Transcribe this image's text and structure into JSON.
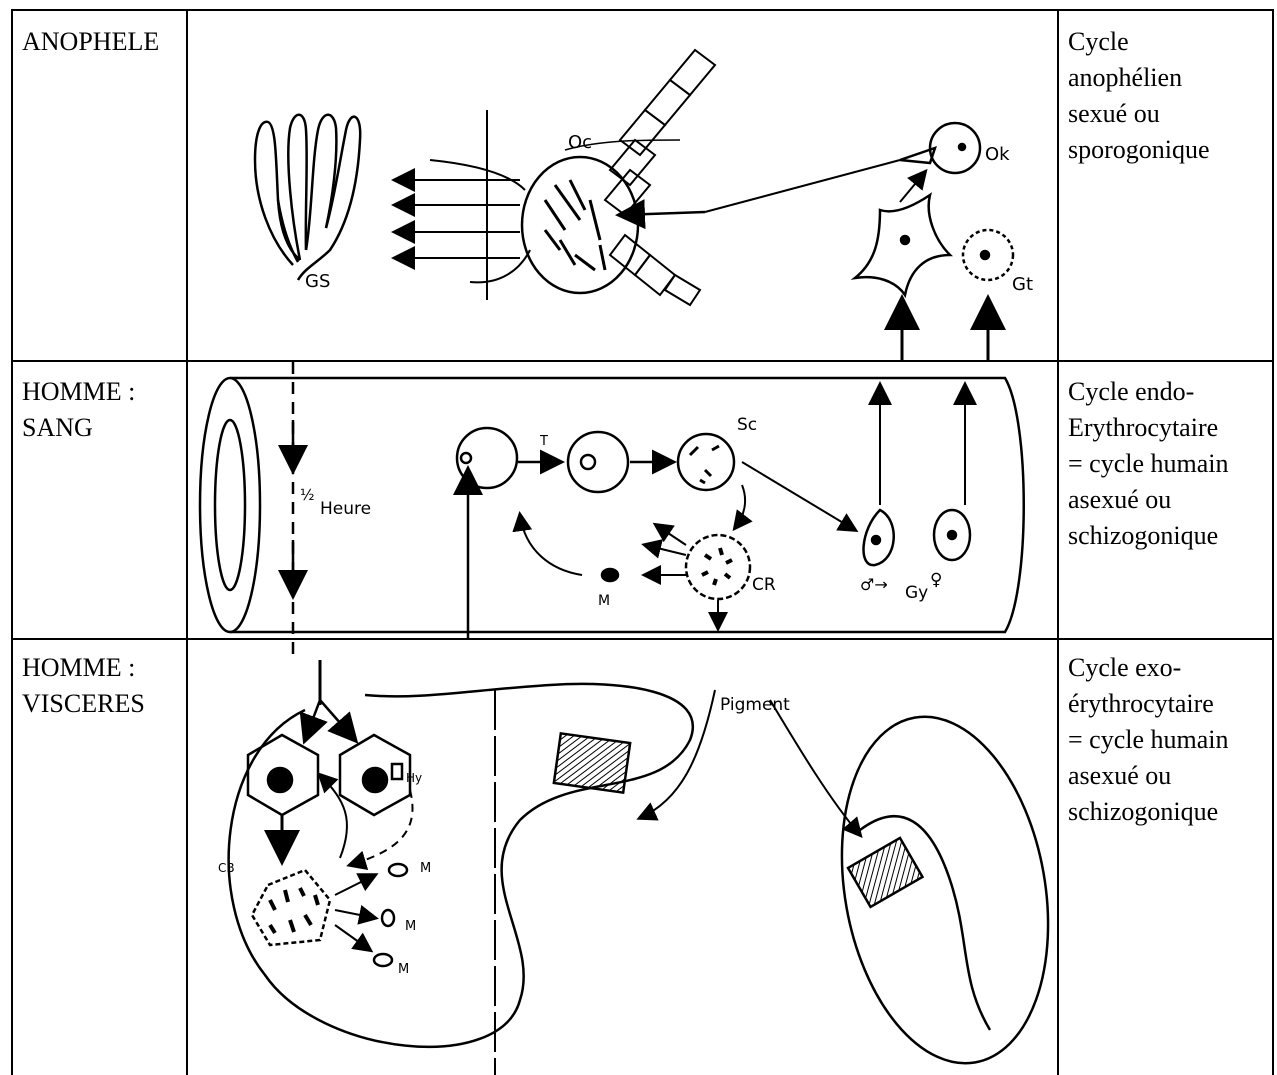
{
  "rows": [
    {
      "host": "ANOPHELE",
      "cycle": "Cycle\nanophélien\nsexué ou\nsporogonique"
    },
    {
      "host": "HOMME :\nSANG",
      "cycle": "Cycle endo-\nErythrocytaire\n= cycle humain\nasexué ou\nschizogonique"
    },
    {
      "host": "HOMME :\nVISCERES",
      "cycle": "Cycle exo-\nérythrocytaire\n= cycle humain\nasexué ou\nschizogonique"
    }
  ],
  "diagram_labels": {
    "oc": "Oc",
    "ok": "Ok",
    "gs": "GS",
    "gt": "Gt",
    "t": "T",
    "sc": "Sc",
    "half": "½",
    "heure": "Heure",
    "cr": "CR",
    "m": "M",
    "gy": "Gy",
    "male": "♂→",
    "female": "♀",
    "pigment": "Pigment",
    "hy": "Hy",
    "cb": "CB"
  }
}
